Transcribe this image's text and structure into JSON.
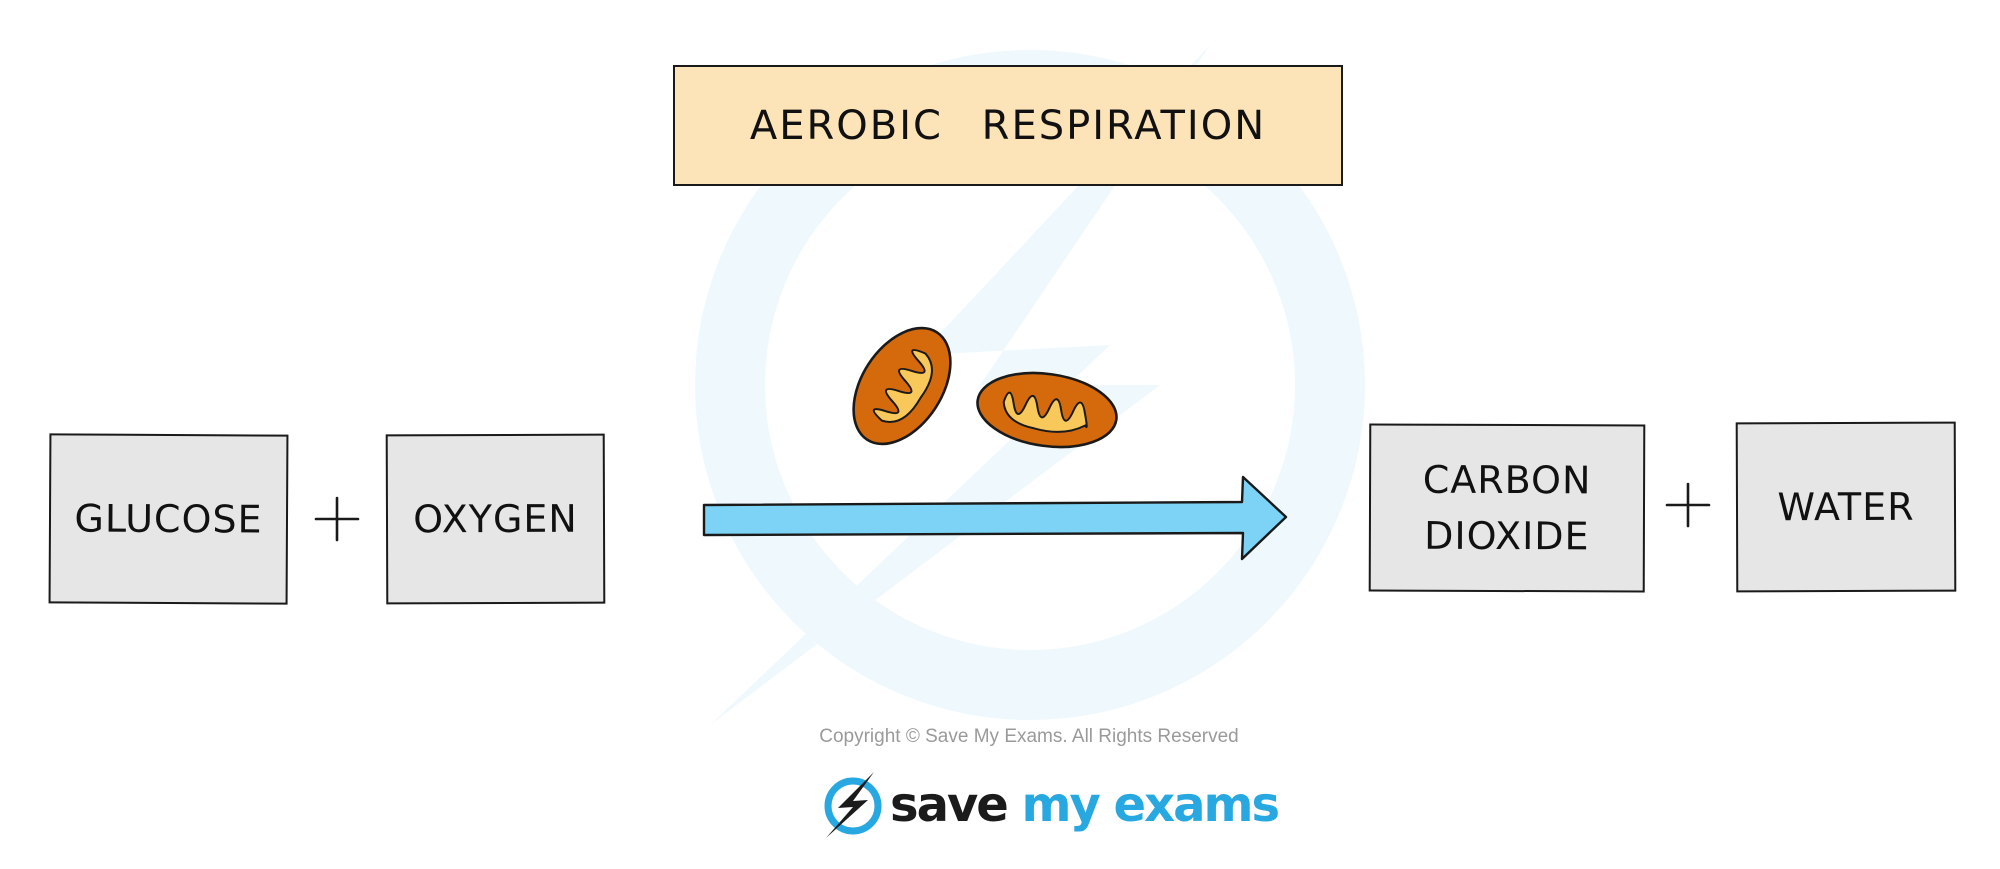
{
  "diagram": {
    "title": "AEROBIC RESPIRATION",
    "reactants": [
      "GLUCOSE",
      "OXYGEN"
    ],
    "products": [
      "CARBON",
      "DIOXIDE",
      "WATER"
    ],
    "arrow_color": "#7dd3f5",
    "title_box_color": "#fde4b8",
    "box_color": "#e6e6e6",
    "mitochondria_color": "#d46a0c",
    "cristae_color": "#f9c85a"
  },
  "footer": {
    "copyright": "Copyright © Save My Exams. All Rights Reserved",
    "logo_word_1": "save",
    "logo_word_2": "my exams",
    "logo_icon": "lightning-bolt-icon",
    "brand_color": "#28a8e0"
  }
}
